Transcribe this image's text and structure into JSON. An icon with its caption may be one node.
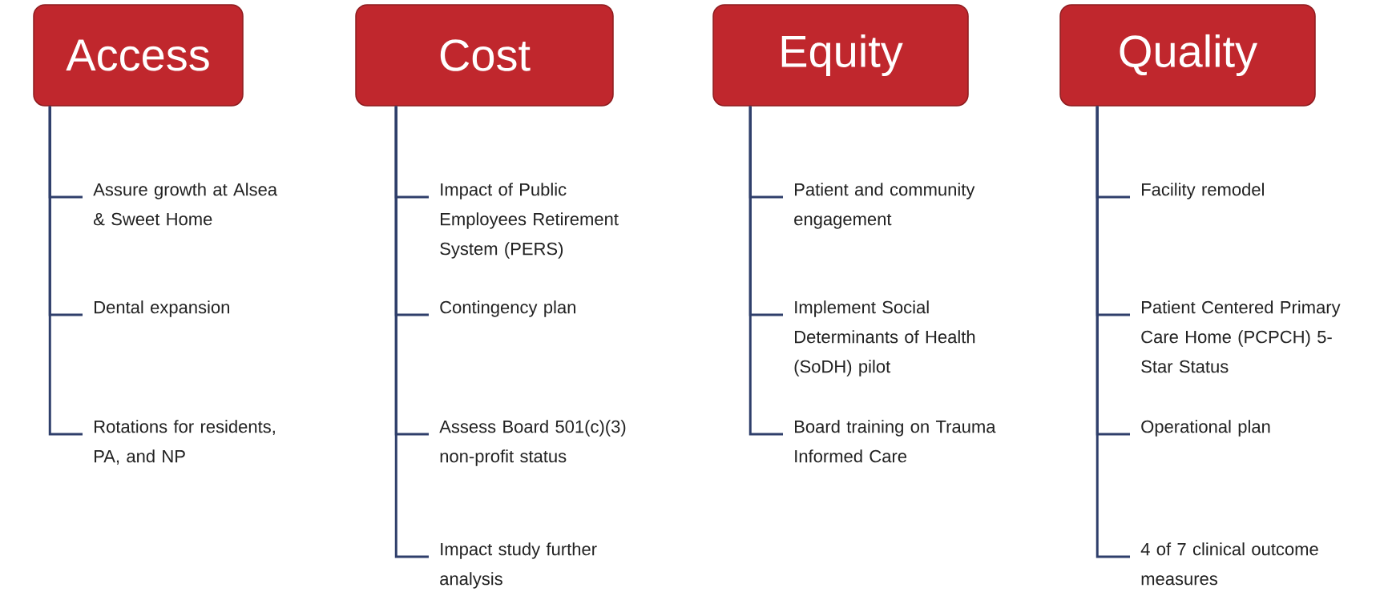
{
  "diagram": {
    "nodes": [
      {
        "text": [
          "Access"
        ]
      },
      {
        "text": [
          "Assure growth at Alsea & Sweet Home"
        ]
      },
      {
        "text": [
          "Dental expansion"
        ]
      },
      {
        "text": [
          "Rotations for residents, PA, and NP"
        ]
      },
      {
        "text": [
          "Cost"
        ]
      },
      {
        "text": [
          "Impact of Public Employees Retirement System (PERS)"
        ]
      },
      {
        "text": [
          "Contingency plan"
        ]
      },
      {
        "text": [
          "Assess Board 501(c)(3) non-profit status"
        ]
      },
      {
        "text": [
          "Impact study further analysis"
        ]
      },
      {
        "text": [
          "Equity"
        ]
      },
      {
        "text": [
          "Patient and community engagement"
        ]
      },
      {
        "text": [
          "Implement Social Determinants of Health (SoDH) pilot"
        ]
      },
      {
        "text": [
          "Board training on Trauma Informed Care"
        ]
      },
      {
        "text": [
          "Quality"
        ]
      },
      {
        "text": [
          "Facility remodel"
        ]
      },
      {
        "text": [
          "Patient Centered Primary Care Home (PCPCH) 5-Star Status"
        ]
      },
      {
        "text": [
          "Operational plan"
        ]
      },
      {
        "text": [
          "4 of 7 clinical outcome measures"
        ]
      }
    ],
    "edges": [
      {
        "from": 0,
        "to": 1,
        "arrow": "none"
      },
      {
        "from": 0,
        "to": 2,
        "arrow": "none"
      },
      {
        "from": 0,
        "to": 3,
        "arrow": "none"
      },
      {
        "from": 4,
        "to": 5,
        "arrow": "none"
      },
      {
        "from": 4,
        "to": 6,
        "arrow": "none"
      },
      {
        "from": 4,
        "to": 7,
        "arrow": "none"
      },
      {
        "from": 4,
        "to": 8,
        "arrow": "none"
      },
      {
        "from": 9,
        "to": 10,
        "arrow": "none"
      },
      {
        "from": 9,
        "to": 11,
        "arrow": "none"
      },
      {
        "from": 9,
        "to": 12,
        "arrow": "none"
      },
      {
        "from": 13,
        "to": 14,
        "arrow": "none"
      },
      {
        "from": 13,
        "to": 15,
        "arrow": "none"
      },
      {
        "from": 13,
        "to": 16,
        "arrow": "none"
      },
      {
        "from": 13,
        "to": 17,
        "arrow": "none"
      }
    ]
  }
}
